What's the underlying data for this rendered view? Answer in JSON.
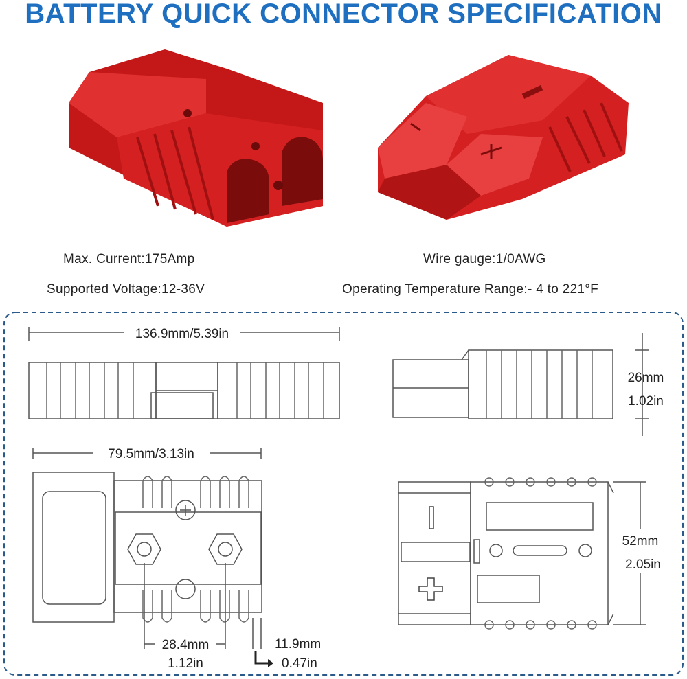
{
  "title": "BATTERY QUICK CONNECTOR SPECIFICATION",
  "specs": {
    "max_current": "Max. Current:175Amp",
    "wire_gauge": "Wire gauge:1/0AWG",
    "voltage": "Supported Voltage:12-36V",
    "temperature": "Operating Temperature Range:- 4 to 221°F"
  },
  "dimensions": {
    "length": "136.9mm/5.39in",
    "height_mm": "26mm",
    "height_in": "1.02in",
    "width_partial": "79.5mm/3.13in",
    "width_mm": "52mm",
    "width_in": "2.05in",
    "spacing_mm": "28.4mm",
    "spacing_in": "1.12in",
    "offset_mm": "11.9mm",
    "offset_in": "0.47in"
  },
  "colors": {
    "title": "#1e6fc0",
    "connector": "#d42020",
    "frame": "#2a5a8a"
  },
  "icons": {
    "minus": "minus-sign-icon",
    "plus": "plus-sign-icon"
  }
}
